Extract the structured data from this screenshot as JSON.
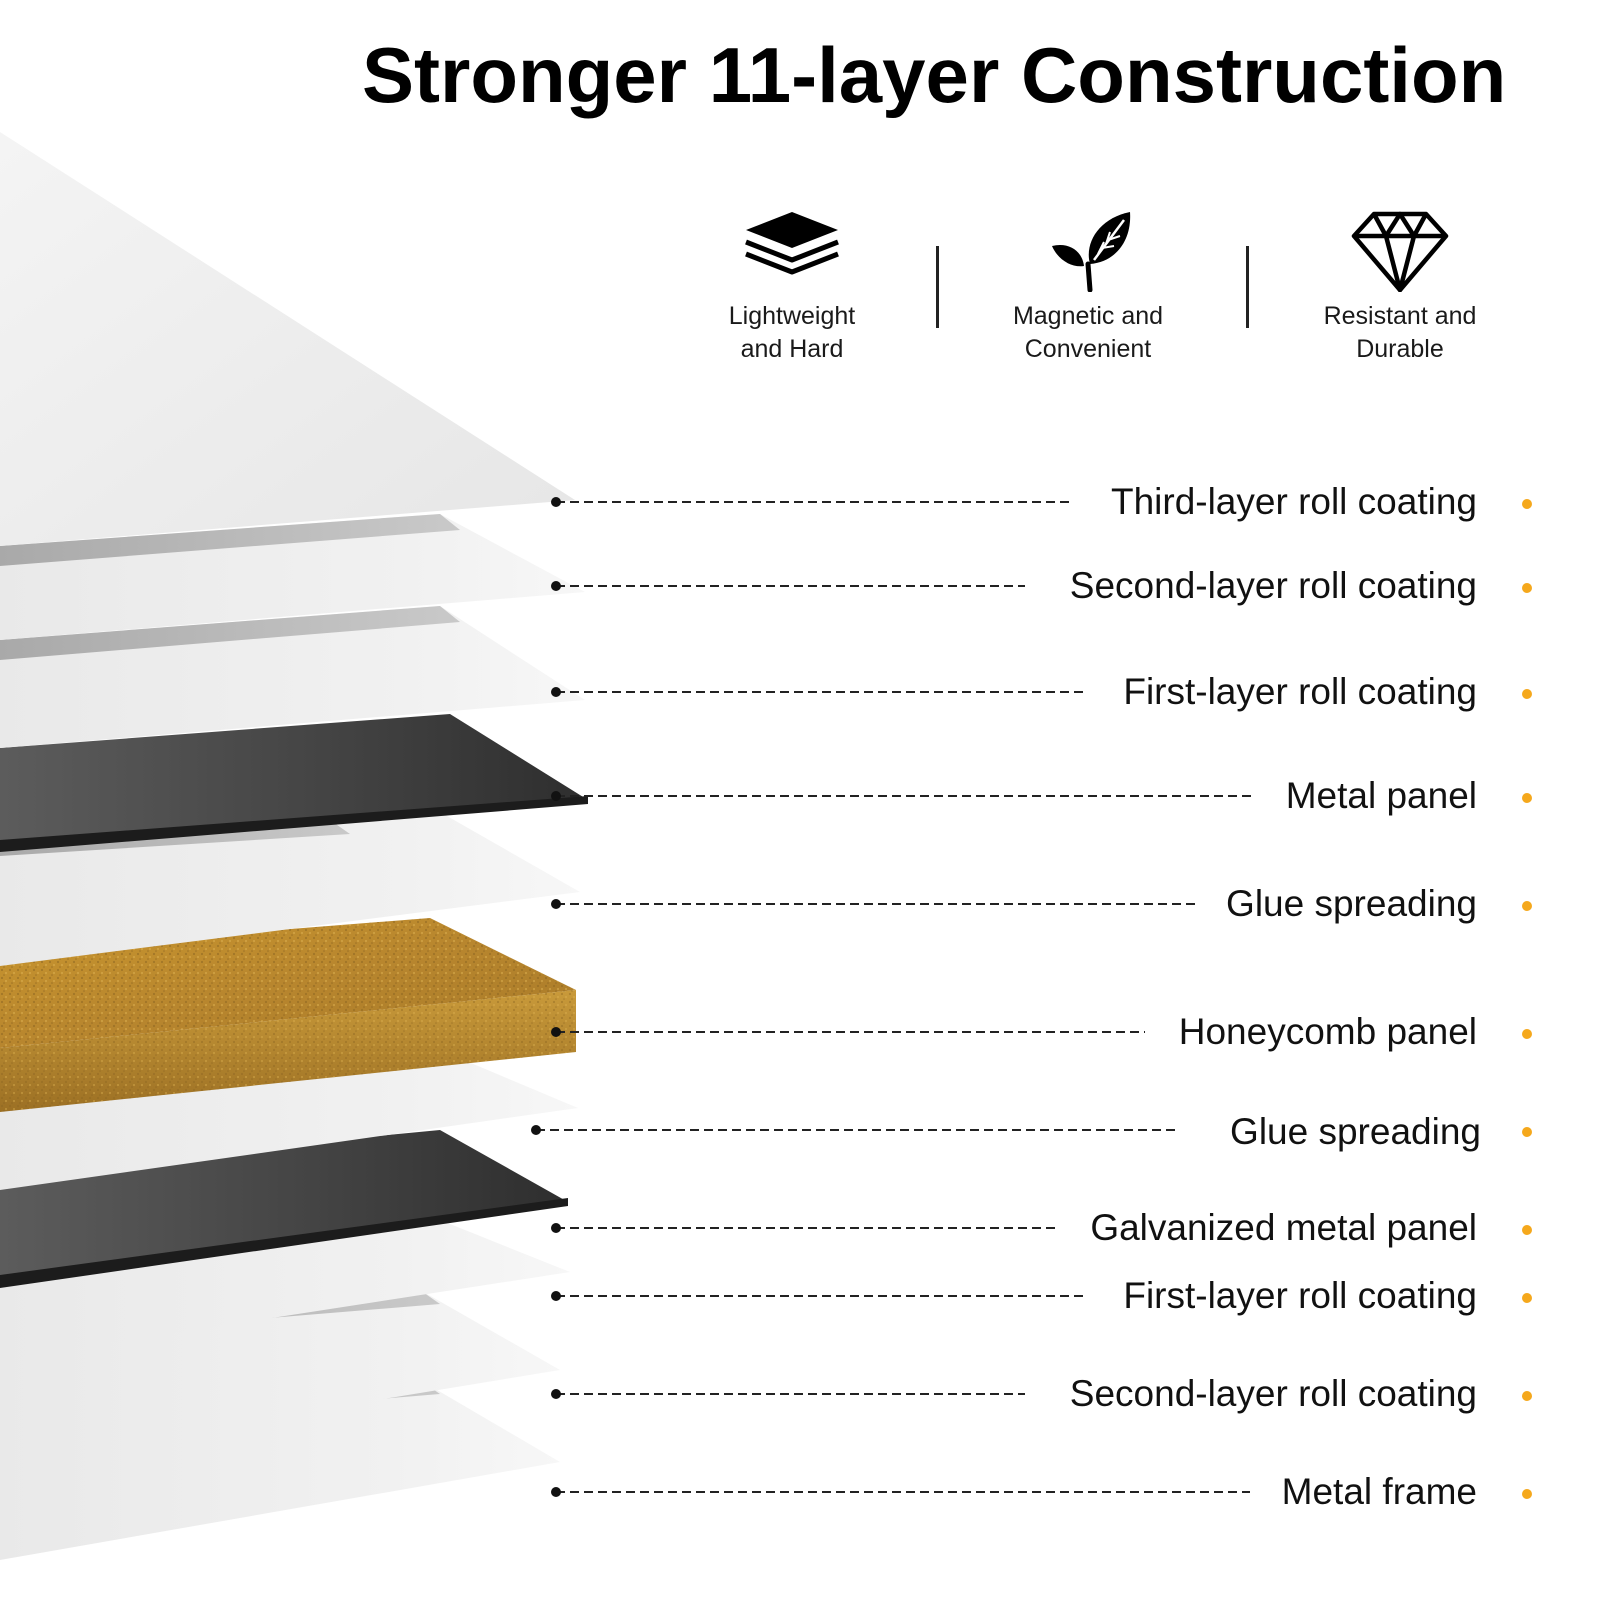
{
  "title": "Stronger 11-layer Construction",
  "colors": {
    "accent": "#f5a81c",
    "honeycomb": "#b8862e",
    "metal": "#4a4a4a",
    "sheet": "#eeeeee"
  },
  "features": [
    {
      "icon": "stacked-layers-icon",
      "label_line1": "Lightweight",
      "label_line2": "and Hard"
    },
    {
      "icon": "leaf-icon",
      "label_line1": "Magnetic and",
      "label_line2": "Convenient"
    },
    {
      "icon": "diamond-icon",
      "label_line1": "Resistant and",
      "label_line2": "Durable"
    }
  ],
  "layers": [
    {
      "label": "Third-layer roll coating",
      "material": "sheet"
    },
    {
      "label": "Second-layer roll coating",
      "material": "sheet"
    },
    {
      "label": "First-layer roll coating",
      "material": "sheet"
    },
    {
      "label": "Metal panel",
      "material": "metal"
    },
    {
      "label": "Glue spreading",
      "material": "sheet"
    },
    {
      "label": "Honeycomb panel",
      "material": "honeycomb"
    },
    {
      "label": "Glue spreading",
      "material": "sheet"
    },
    {
      "label": "Galvanized metal panel",
      "material": "metal"
    },
    {
      "label": "First-layer roll coating",
      "material": "sheet"
    },
    {
      "label": "Second-layer roll coating",
      "material": "sheet"
    },
    {
      "label": "Metal frame",
      "material": "sheet"
    }
  ]
}
